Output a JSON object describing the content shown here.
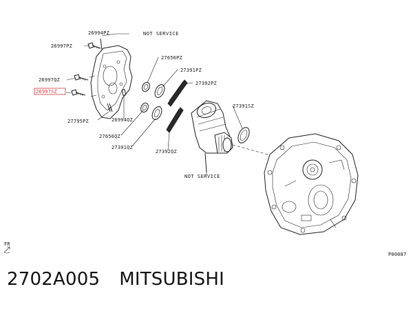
{
  "labels": {
    "p26994PZ": "26994PZ",
    "notService1": "NOT SERVICE",
    "p26997PZ": "26997PZ",
    "p27656PZ": "27656PZ",
    "p27391PZ": "27391PZ",
    "p26997QZ": "26997QZ",
    "p27392PZ": "27392PZ",
    "p26997SZ": "26997SZ",
    "p27391SZ": "27391SZ",
    "p27795PZ": "27795PZ",
    "p26994QZ": "26994QZ",
    "p27656QZ": "27656QZ",
    "p27391QZ": "27391QZ",
    "p27392QZ": "27392QZ",
    "notService2": "NOT SERVICE",
    "fr": "FR",
    "code": "P00087"
  },
  "caption": {
    "part_number": "2702A005",
    "brand": "MITSUBISHI"
  },
  "colors": {
    "ink": "#1a1a1a",
    "highlight": "#d6313a"
  }
}
